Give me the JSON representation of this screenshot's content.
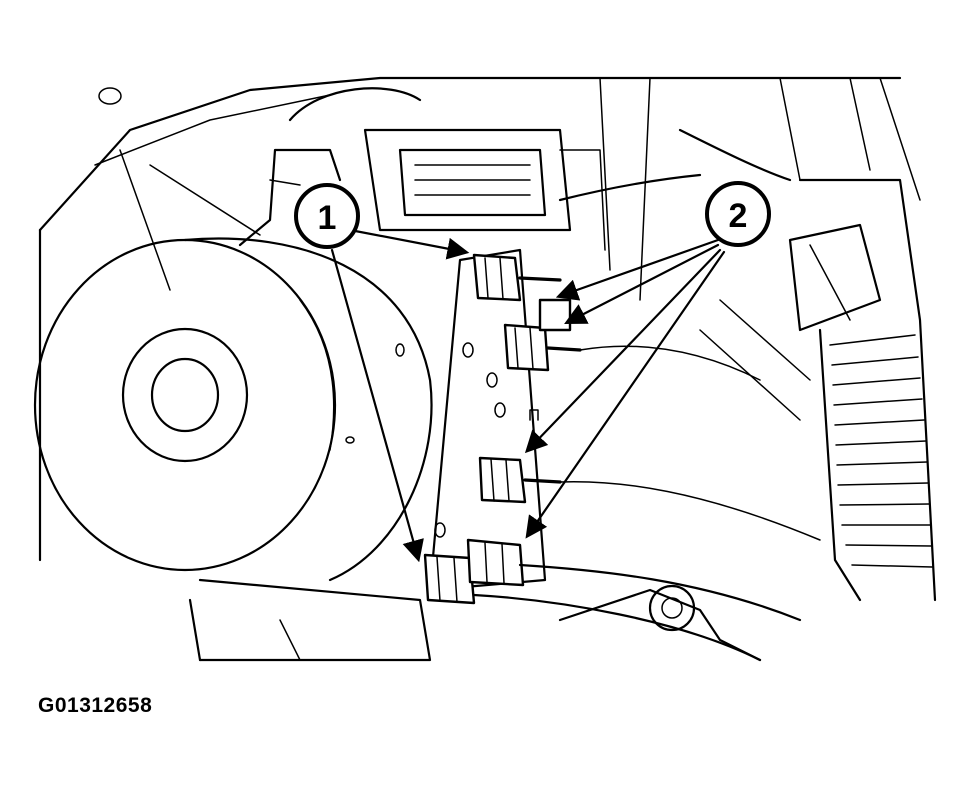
{
  "callouts": [
    {
      "label": "1"
    },
    {
      "label": "2"
    }
  ],
  "figure_code": "G01312658",
  "colors": {
    "ink": "#000000",
    "paper": "#ffffff"
  }
}
